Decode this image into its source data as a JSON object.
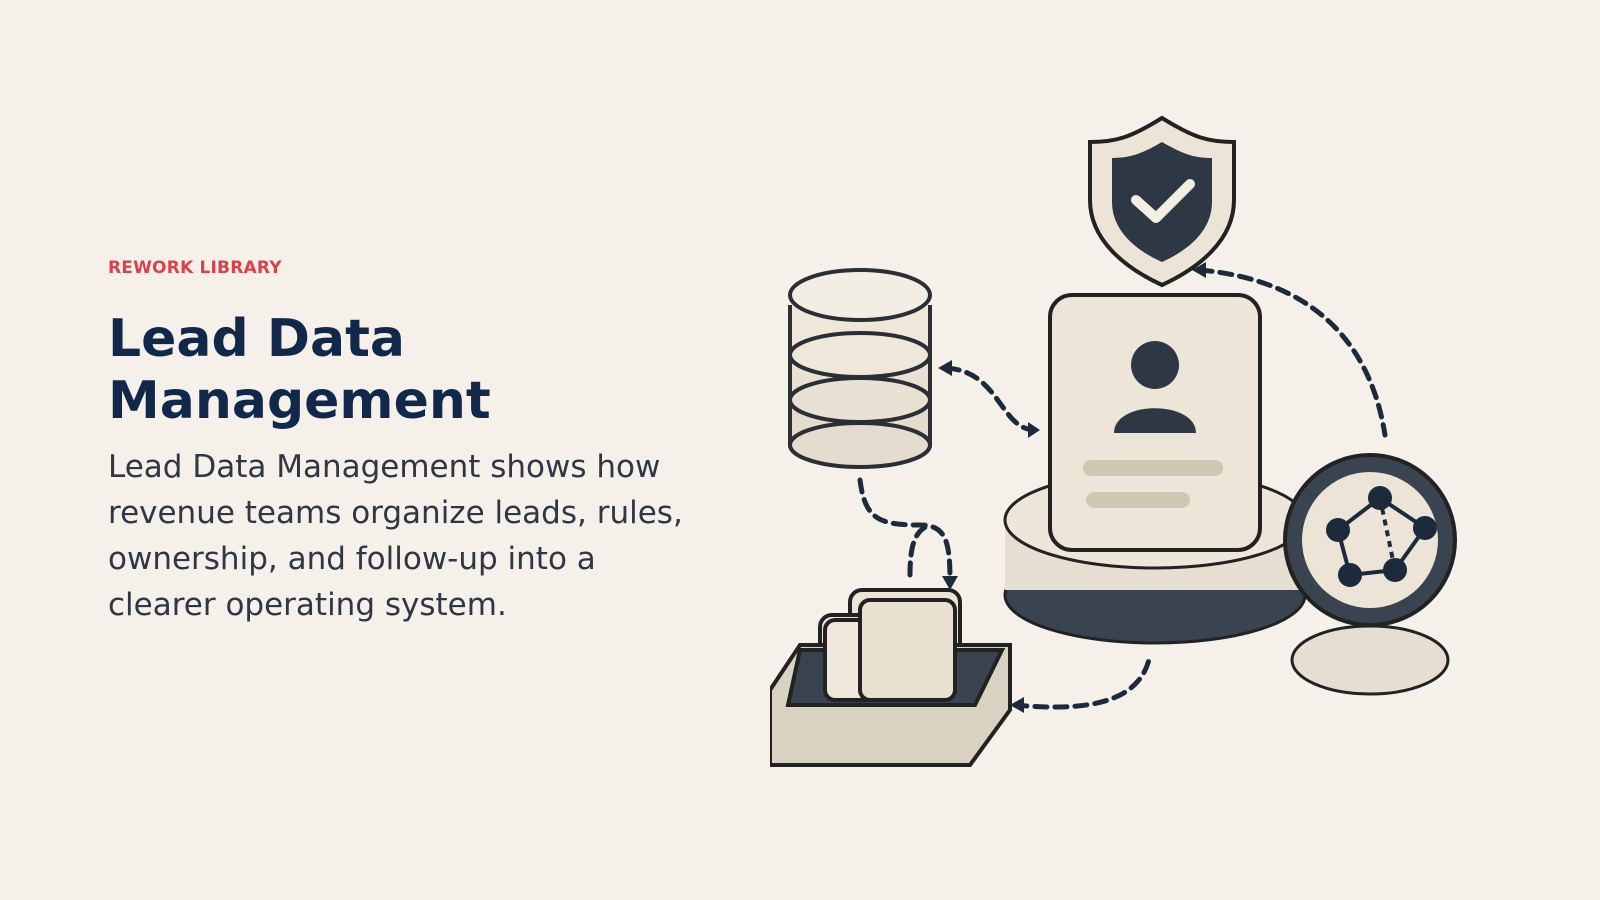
{
  "hero": {
    "eyebrow": "REWORK LIBRARY",
    "title": "Lead Data Management",
    "description": "Lead Data Management shows how revenue teams organize leads, rules, ownership, and follow-up into a clearer operating system."
  },
  "theme": {
    "background": "#f5f1ea",
    "eyebrow_color": "#d9414b",
    "title_color": "#12284a",
    "text_color": "#2f3644",
    "icon_dark": "#2e3744",
    "icon_light": "#ece4d6"
  },
  "illustration": {
    "icons": [
      "shield-check-icon",
      "database-icon",
      "contact-card-icon",
      "tray-icon",
      "network-magnifier-icon"
    ]
  }
}
